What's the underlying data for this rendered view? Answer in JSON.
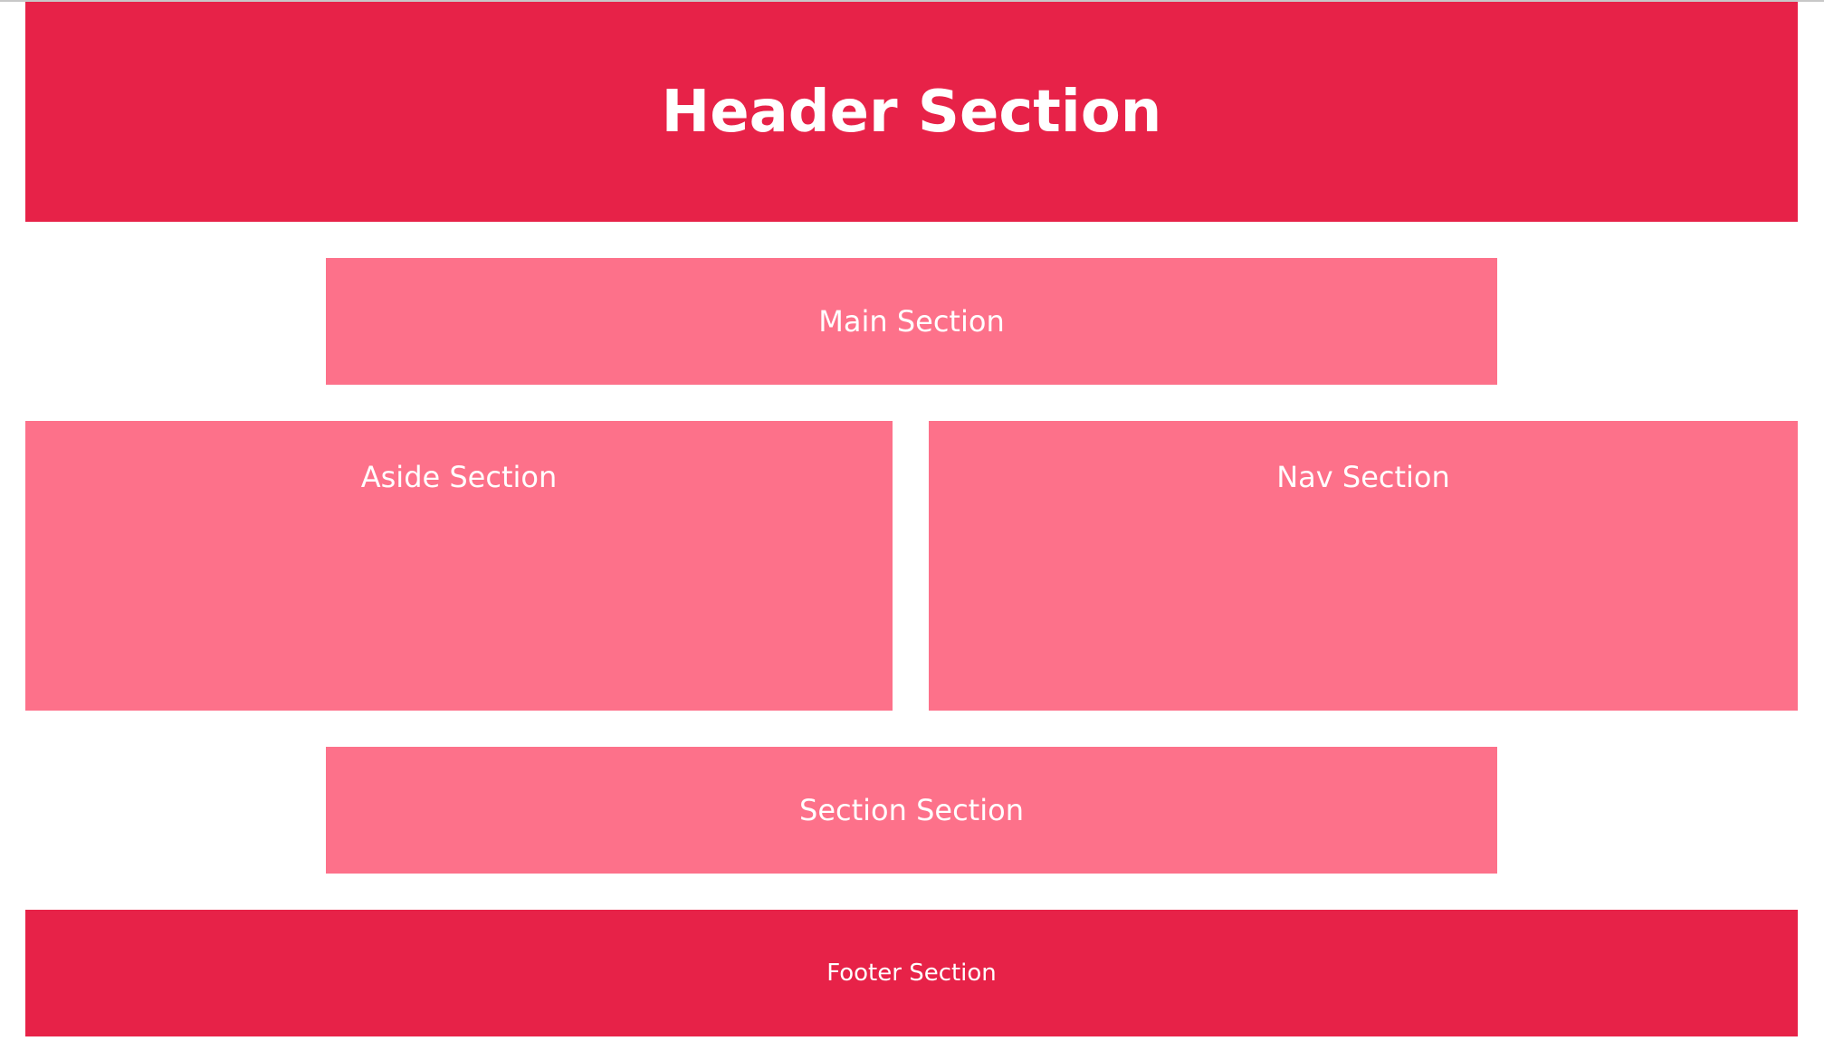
{
  "colors": {
    "primary": "#e72248",
    "secondary": "#fd718a",
    "text": "#ffffff"
  },
  "header": {
    "title": "Header Section"
  },
  "main": {
    "label": "Main Section"
  },
  "aside": {
    "label": "Aside Section"
  },
  "nav": {
    "label": "Nav Section"
  },
  "section": {
    "label": "Section Section"
  },
  "footer": {
    "label": "Footer Section"
  }
}
